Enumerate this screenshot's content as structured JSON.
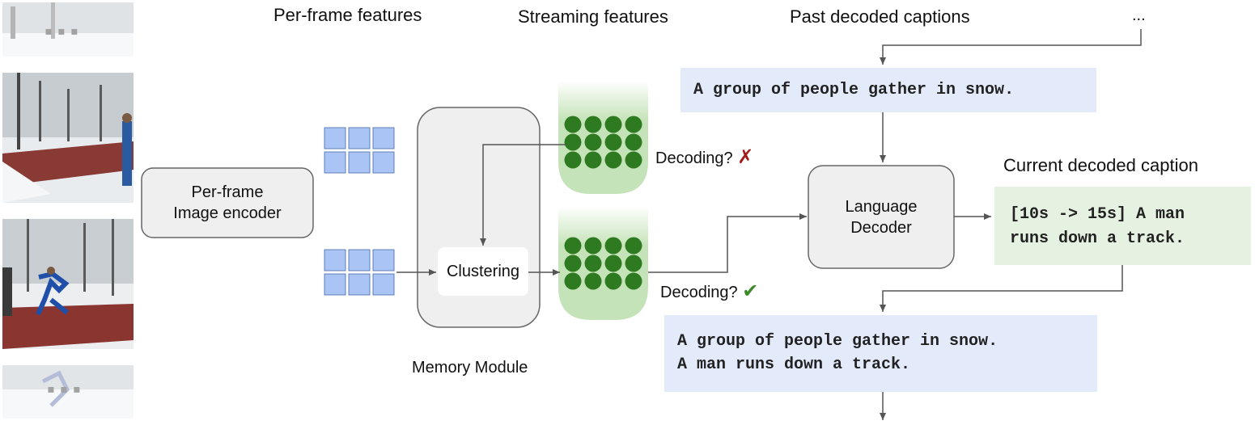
{
  "labels": {
    "per_frame_features": "Per-frame features",
    "streaming_features": "Streaming features",
    "past_decoded_captions": "Past decoded captions",
    "ellipsis": "...",
    "current_decoded_caption": "Current decoded caption",
    "memory_module": "Memory Module",
    "decoding_no": "Decoding?",
    "decoding_yes": "Decoding?"
  },
  "icons": {
    "no": "✗",
    "yes": "✔",
    "frame_dots": "▪▪▪"
  },
  "boxes": {
    "encoder_line1": "Per-frame",
    "encoder_line2": "Image encoder",
    "clustering": "Clustering",
    "decoder_line1": "Language",
    "decoder_line2": "Decoder"
  },
  "captions": {
    "past": "A group of people gather in snow.",
    "current_line1": "[10s -> 15s] A man",
    "current_line2": "runs down a track.",
    "accumulated_line1": "A group of people gather in snow.",
    "accumulated_line2": "A man runs down a track."
  },
  "colors": {
    "feature_square": "#a9c4f5",
    "cluster_dot": "#2e7a20",
    "streaming_band": "#c5e3b8",
    "caption_blue": "#e3ebfb",
    "caption_green": "#e6f2e1",
    "module_gray": "#efefef"
  }
}
